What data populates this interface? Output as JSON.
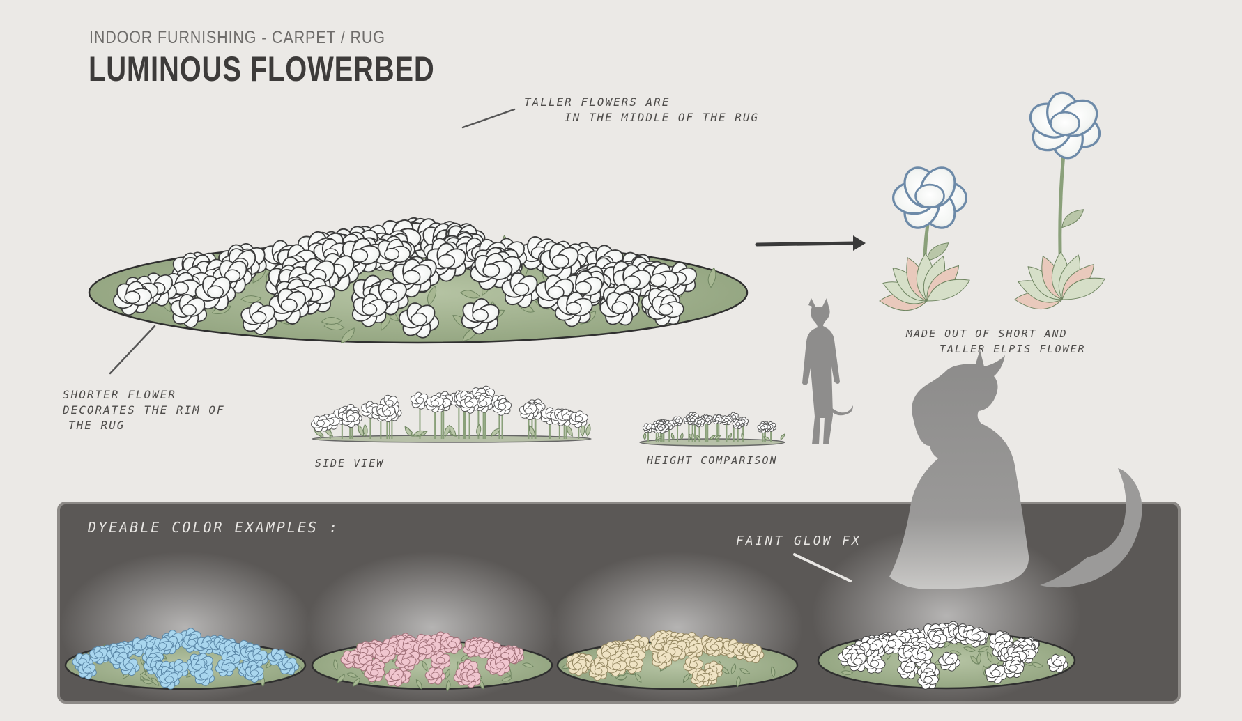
{
  "header": {
    "category": "INDOOR FURNISHING - CARPET / RUG",
    "title": "LUMINOUS FLOWERBED"
  },
  "annotations": {
    "taller": [
      "TALLER FLOWERS ARE",
      "IN THE MIDDLE OF THE RUG"
    ],
    "shorter": [
      "SHORTER FLOWER",
      "DECORATES THE RIM OF",
      "THE RUG"
    ],
    "made_of": [
      "MADE OUT OF SHORT AND",
      "TALLER ELPIS FLOWER"
    ],
    "side_view": "SIDE VIEW",
    "height_comparison": "HEIGHT COMPARISON",
    "dyeable": "DYEABLE COLOR EXAMPLES :",
    "glow": "FAINT GLOW FX"
  },
  "colors": {
    "background": "#ebe9e6",
    "panel": "#5b5856",
    "rug_green": "#93a67f",
    "flower_white": "#f7f8f6",
    "variant_blue": "#a9d6ee",
    "variant_pink": "#f0c6cf",
    "variant_cream": "#efe3c4",
    "silhouette": "#8d8c8b"
  }
}
